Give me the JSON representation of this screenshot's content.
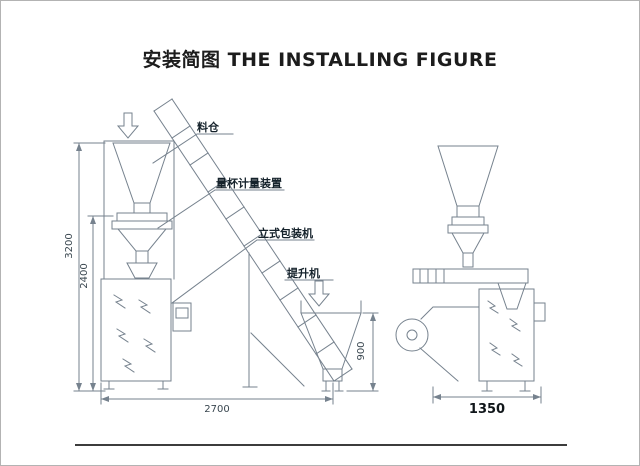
{
  "title": "安装简图 THE INSTALLING FIGURE",
  "labels": {
    "hopper": "料仓",
    "measuring_device": "量杯计量装置",
    "vertical_packer": "立式包装机",
    "elevator": "提升机"
  },
  "dimensions": {
    "overall_height": "3200",
    "machine_height": "2400",
    "overall_width": "2700",
    "elevator_hopper_height": "900",
    "side_width": "1350"
  }
}
